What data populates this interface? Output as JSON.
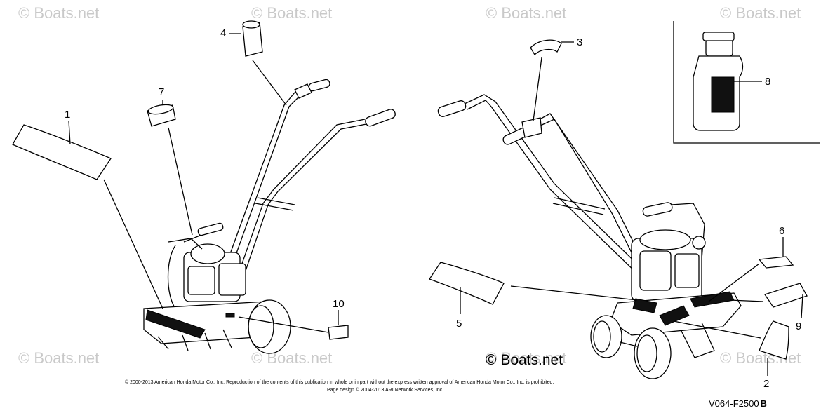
{
  "watermarks": [
    "© Boats.net",
    "© Boats.net",
    "© Boats.net",
    "© Boats.net",
    "© Boats.net",
    "© Boats.net",
    "© Boats.net",
    "© Boats.net"
  ],
  "callouts": {
    "c1": "1",
    "c2": "2",
    "c3": "3",
    "c4": "4",
    "c5": "5",
    "c6": "6",
    "c7": "7",
    "c8": "8",
    "c9": "9",
    "c10": "10"
  },
  "copyright_center": "© Boats.net",
  "fine_print_line1": "© 2000-2013 American Honda Motor Co., Inc. Reproduction of the contents of this publication in whole or in part without the express written approval of American Honda Motor Co., Inc. is prohibited.",
  "fine_print_line2": "Page design © 2004-2013 ARI Network Services, Inc.",
  "diagram_code": "V064-F2500",
  "diagram_code_suffix": "B"
}
